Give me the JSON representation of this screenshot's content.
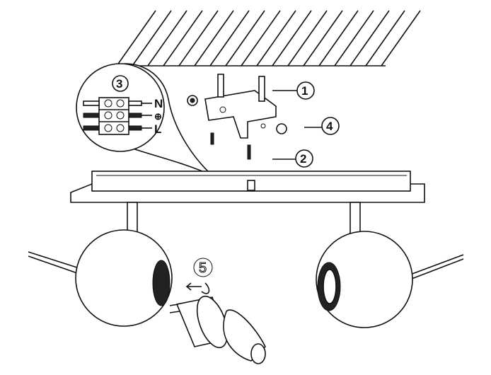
{
  "callouts": {
    "step1": "1",
    "step2": "2",
    "step3": "3",
    "step4": "4",
    "step5": "5"
  },
  "wiring": {
    "neutral": "N",
    "earth": "⊕",
    "live": "L"
  }
}
